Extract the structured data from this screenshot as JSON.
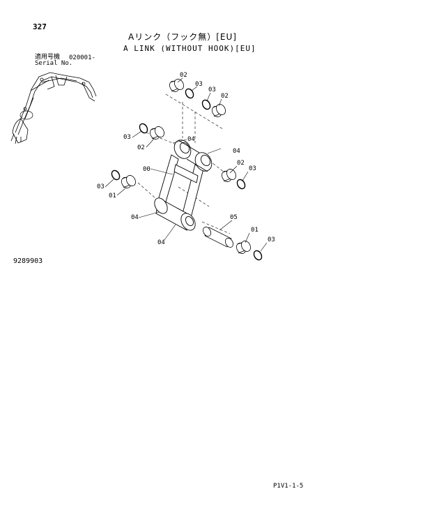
{
  "header": {
    "page_number": "327",
    "title_jp": "Aリンク（フック無）[EU]",
    "title_en": "A LINK (WITHOUT HOOK)[EU]",
    "serial_label_jp": "適用号機",
    "serial_value": "020001-",
    "serial_label_en": "Serial No."
  },
  "footer": {
    "drawing_number": "9289903",
    "page_code": "P1V1-1-5"
  },
  "callouts": {
    "c00": "00",
    "c01a": "01",
    "c01b": "01",
    "c02a": "02",
    "c02b": "02",
    "c02c": "02",
    "c02d": "02",
    "c03a": "03",
    "c03b": "03",
    "c03c": "03",
    "c03d": "03",
    "c03e": "03",
    "c03f": "03",
    "c04a": "04",
    "c04b": "04",
    "c04c": "04",
    "c04d": "04",
    "c05": "05"
  }
}
